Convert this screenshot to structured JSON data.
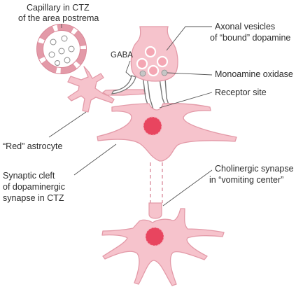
{
  "labels": {
    "capillary_line1": "Capillary in CTZ",
    "capillary_line2": "of the area postrema",
    "gaba": "GABA",
    "vesicles_line1": "Axonal vesicles",
    "vesicles_line2": "of “bound” dopamine",
    "mao": "Monoamine oxidase",
    "receptor": "Receptor site",
    "astrocyte": "“Red” astrocyte",
    "cleft_line1": "Synaptic cleft",
    "cleft_line2": "of dopaminergic",
    "cleft_line3": "synapse in CTZ",
    "cholinergic_line1": "Cholinergic synapse",
    "cholinergic_line2": "in “vomiting center”"
  },
  "colors": {
    "cell_fill": "#f6c3cc",
    "cell_stroke": "#e39aa8",
    "nucleus": "#e8455f",
    "vesicle": "#f4a6b3",
    "mao_granule": "#c6c6c6",
    "leader_line": "#555555",
    "text": "#2b2b2b"
  }
}
